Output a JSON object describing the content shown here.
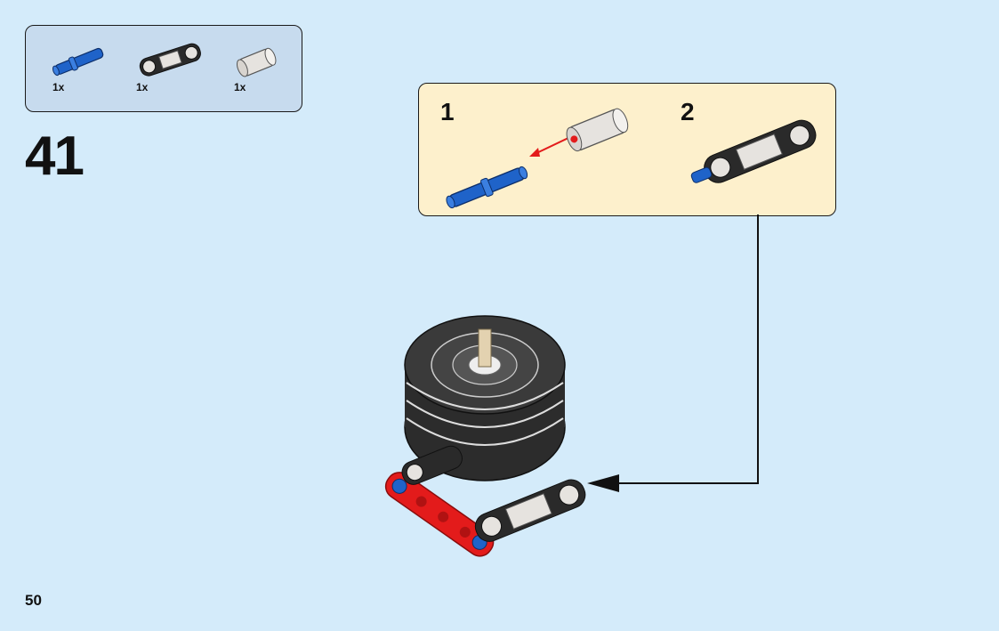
{
  "parts_list": [
    {
      "name": "blue-pin",
      "qty": "1x"
    },
    {
      "name": "black-connector",
      "qty": "1x"
    },
    {
      "name": "grey-bush",
      "qty": "1x"
    }
  ],
  "step_number": "41",
  "substeps": [
    {
      "number": "1"
    },
    {
      "number": "2"
    }
  ],
  "page_number": "50",
  "colors": {
    "background": "#d4ebfa",
    "parts_box": "#c7dbee",
    "substep_box": "#fdf0cc",
    "blue": "#1f63c9",
    "red": "#e31b1b",
    "black": "#2a2a2a",
    "grey": "#e6e3df"
  }
}
